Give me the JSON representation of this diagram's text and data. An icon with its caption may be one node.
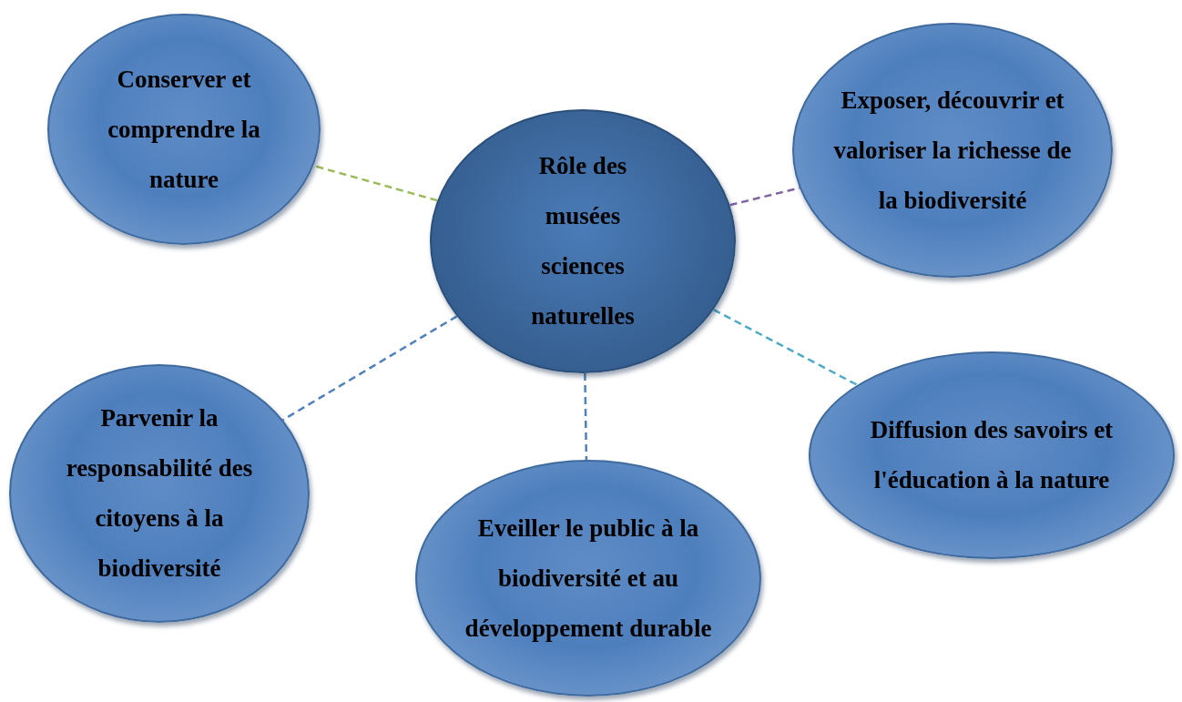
{
  "diagram": {
    "nodes": [
      {
        "text": [
          "Rôle des musées sciences naturelles"
        ]
      },
      {
        "text": [
          "Conserver et comprendre la nature"
        ]
      },
      {
        "text": [
          "Exposer, découvrir et valoriser la richesse de la biodiversité"
        ]
      },
      {
        "text": [
          "Parvenir la responsabilité des citoyens à la biodiversité"
        ]
      },
      {
        "text": [
          "Eveiller le public à la biodiversité et au développement durable"
        ]
      },
      {
        "text": [
          "Diffusion des savoirs et l'éducation à la nature"
        ]
      }
    ],
    "edges": [
      {
        "from": 0,
        "to": 1,
        "arrow": "none",
        "style": "dashed",
        "color": "#9bbb59"
      },
      {
        "from": 0,
        "to": 2,
        "arrow": "none",
        "style": "dashed",
        "color": "#8064a2"
      },
      {
        "from": 0,
        "to": 3,
        "arrow": "none",
        "style": "dashed",
        "color": "#4f81bd"
      },
      {
        "from": 0,
        "to": 4,
        "arrow": "none",
        "style": "dashed",
        "color": "#4f81bd"
      },
      {
        "from": 0,
        "to": 5,
        "arrow": "none",
        "style": "dashed",
        "color": "#4bacc6"
      }
    ]
  }
}
